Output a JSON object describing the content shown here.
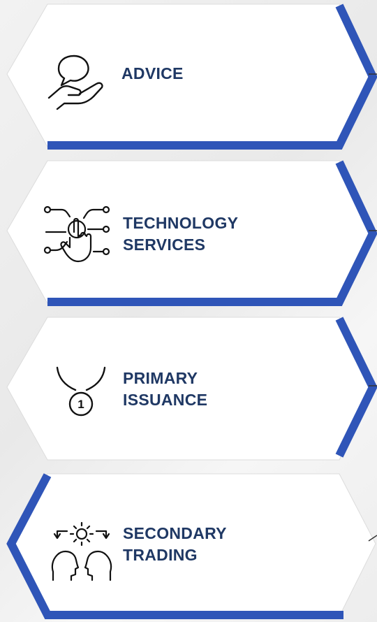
{
  "colors": {
    "accent": "#2f55b8",
    "label": "#1f3864",
    "card": "#ffffff"
  },
  "steps": [
    {
      "lines": [
        "ADVICE"
      ],
      "icon": "advice-hand-speech-bubble-icon"
    },
    {
      "lines": [
        "TECHNOLOGY",
        "SERVICES"
      ],
      "icon": "technology-touch-network-icon"
    },
    {
      "lines": [
        "PRIMARY",
        "ISSUANCE"
      ],
      "icon": "primary-issuance-medal-icon"
    },
    {
      "lines": [
        "SECONDARY",
        "TRADING"
      ],
      "icon": "secondary-trading-exchange-icon"
    }
  ]
}
